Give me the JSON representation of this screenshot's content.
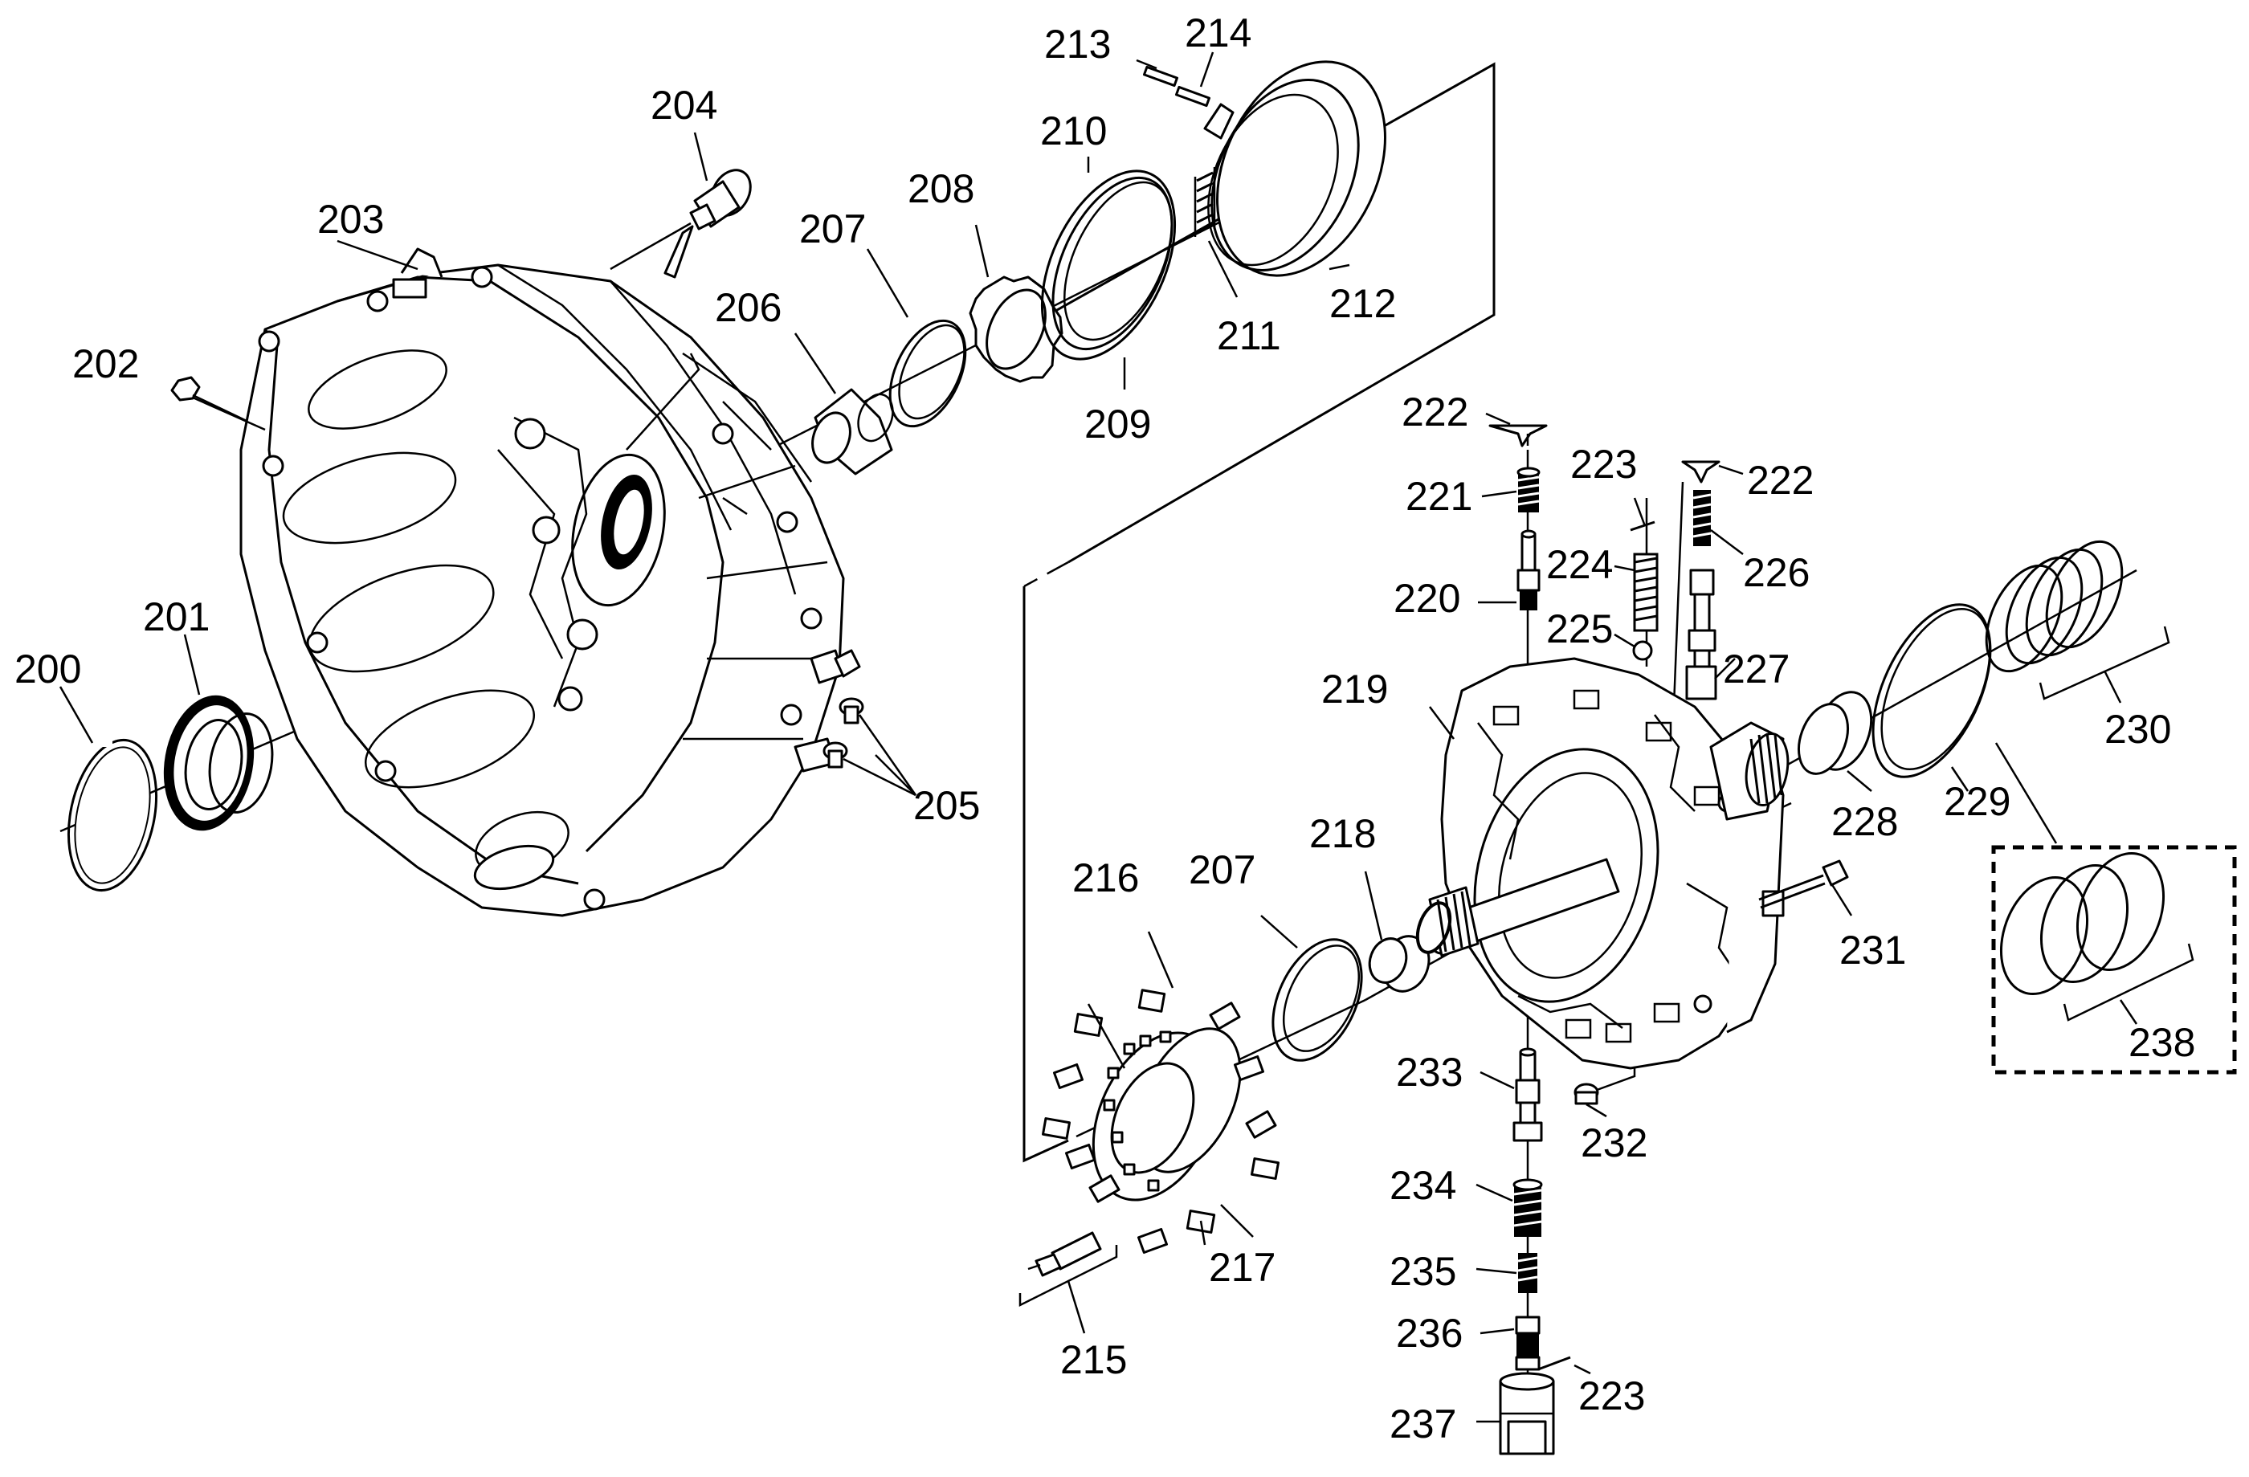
{
  "diagram": {
    "callouts": [
      {
        "id": "200",
        "text": "200"
      },
      {
        "id": "201",
        "text": "201"
      },
      {
        "id": "202",
        "text": "202"
      },
      {
        "id": "203",
        "text": "203"
      },
      {
        "id": "204",
        "text": "204"
      },
      {
        "id": "205",
        "text": "205"
      },
      {
        "id": "206",
        "text": "206"
      },
      {
        "id": "207a",
        "text": "207"
      },
      {
        "id": "208",
        "text": "208"
      },
      {
        "id": "209",
        "text": "209"
      },
      {
        "id": "210",
        "text": "210"
      },
      {
        "id": "211",
        "text": "211"
      },
      {
        "id": "212",
        "text": "212"
      },
      {
        "id": "213",
        "text": "213"
      },
      {
        "id": "214",
        "text": "214"
      },
      {
        "id": "215",
        "text": "215"
      },
      {
        "id": "216",
        "text": "216"
      },
      {
        "id": "207b",
        "text": "207"
      },
      {
        "id": "217",
        "text": "217"
      },
      {
        "id": "218",
        "text": "218"
      },
      {
        "id": "219",
        "text": "219"
      },
      {
        "id": "220",
        "text": "220"
      },
      {
        "id": "221",
        "text": "221"
      },
      {
        "id": "222a",
        "text": "222"
      },
      {
        "id": "222b",
        "text": "222"
      },
      {
        "id": "223a",
        "text": "223"
      },
      {
        "id": "224",
        "text": "224"
      },
      {
        "id": "225",
        "text": "225"
      },
      {
        "id": "226",
        "text": "226"
      },
      {
        "id": "227",
        "text": "227"
      },
      {
        "id": "228",
        "text": "228"
      },
      {
        "id": "229",
        "text": "229"
      },
      {
        "id": "230",
        "text": "230"
      },
      {
        "id": "231",
        "text": "231"
      },
      {
        "id": "232",
        "text": "232"
      },
      {
        "id": "233",
        "text": "233"
      },
      {
        "id": "234",
        "text": "234"
      },
      {
        "id": "235",
        "text": "235"
      },
      {
        "id": "236",
        "text": "236"
      },
      {
        "id": "223b",
        "text": "223"
      },
      {
        "id": "237",
        "text": "237"
      },
      {
        "id": "238",
        "text": "238"
      }
    ]
  }
}
